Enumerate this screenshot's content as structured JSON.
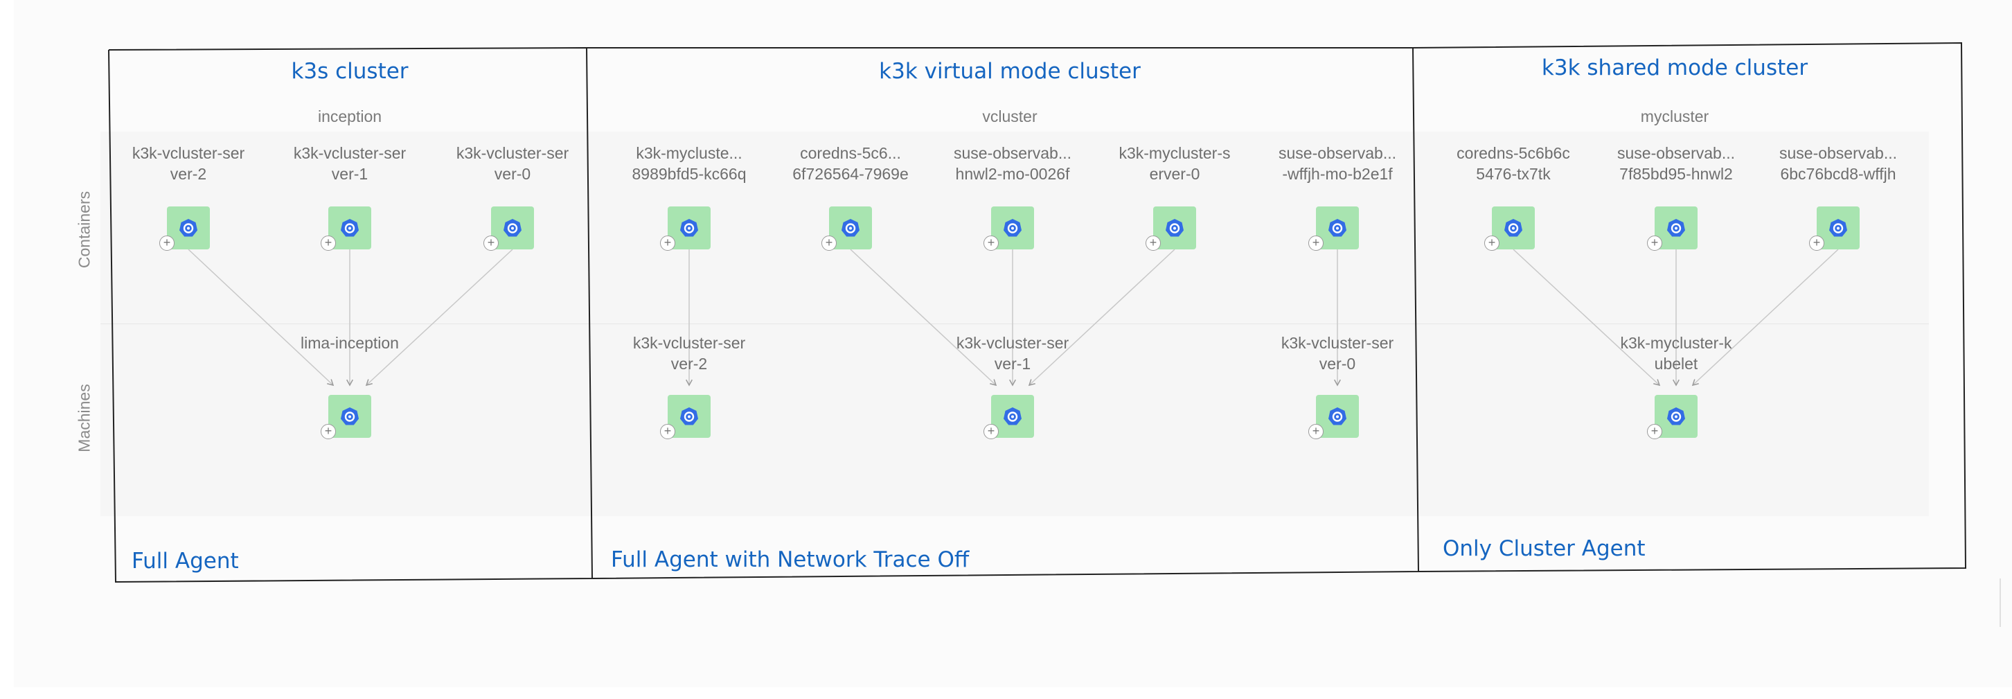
{
  "rows": {
    "top": "Containers",
    "bottom": "Machines"
  },
  "clusters": [
    {
      "id": "k3s",
      "title": "k3s cluster",
      "group": "inception",
      "caption": "Full Agent",
      "containers": [
        {
          "label": "k3k-vcluster-ser\nver-2"
        },
        {
          "label": "k3k-vcluster-ser\nver-1"
        },
        {
          "label": "k3k-vcluster-ser\nver-0"
        }
      ],
      "machines": [
        {
          "label": "lima-inception"
        }
      ],
      "edges": [
        [
          0,
          0
        ],
        [
          1,
          0
        ],
        [
          2,
          0
        ]
      ]
    },
    {
      "id": "virtual",
      "title": "k3k virtual mode cluster",
      "group": "vcluster",
      "caption": "Full Agent with Network Trace Off",
      "containers": [
        {
          "label": "k3k-mycluste...\n8989bfd5-kc66q"
        },
        {
          "label": "coredns-5c6...\n6f726564-7969e"
        },
        {
          "label": "suse-observab...\nhnwl2-mo-0026f"
        },
        {
          "label": "k3k-mycluster-s\nerver-0"
        },
        {
          "label": "suse-observab...\n-wffjh-mo-b2e1f"
        }
      ],
      "machines": [
        {
          "label": "k3k-vcluster-ser\nver-2"
        },
        {
          "label": "k3k-vcluster-ser\nver-1"
        },
        {
          "label": "k3k-vcluster-ser\nver-0"
        }
      ],
      "edges": [
        [
          0,
          0
        ],
        [
          1,
          1
        ],
        [
          2,
          1
        ],
        [
          3,
          1
        ],
        [
          4,
          2
        ]
      ]
    },
    {
      "id": "shared",
      "title": "k3k shared mode cluster",
      "group": "mycluster",
      "caption": "Only Cluster Agent",
      "containers": [
        {
          "label": "coredns-5c6b6c\n5476-tx7tk"
        },
        {
          "label": "suse-observab...\n7f85bd95-hnwl2"
        },
        {
          "label": "suse-observab...\n6bc76bcd8-wffjh"
        }
      ],
      "machines": [
        {
          "label": "k3k-mycluster-k\nubelet"
        }
      ],
      "edges": [
        [
          0,
          0
        ],
        [
          1,
          0
        ],
        [
          2,
          0
        ]
      ]
    }
  ],
  "colors": {
    "title": "#1565c0",
    "node": "#a8e4b0",
    "k8s": "#326ce5",
    "edge": "#c8c8c8"
  },
  "icons": {
    "node": "kubernetes-icon",
    "expand": "plus-icon"
  }
}
